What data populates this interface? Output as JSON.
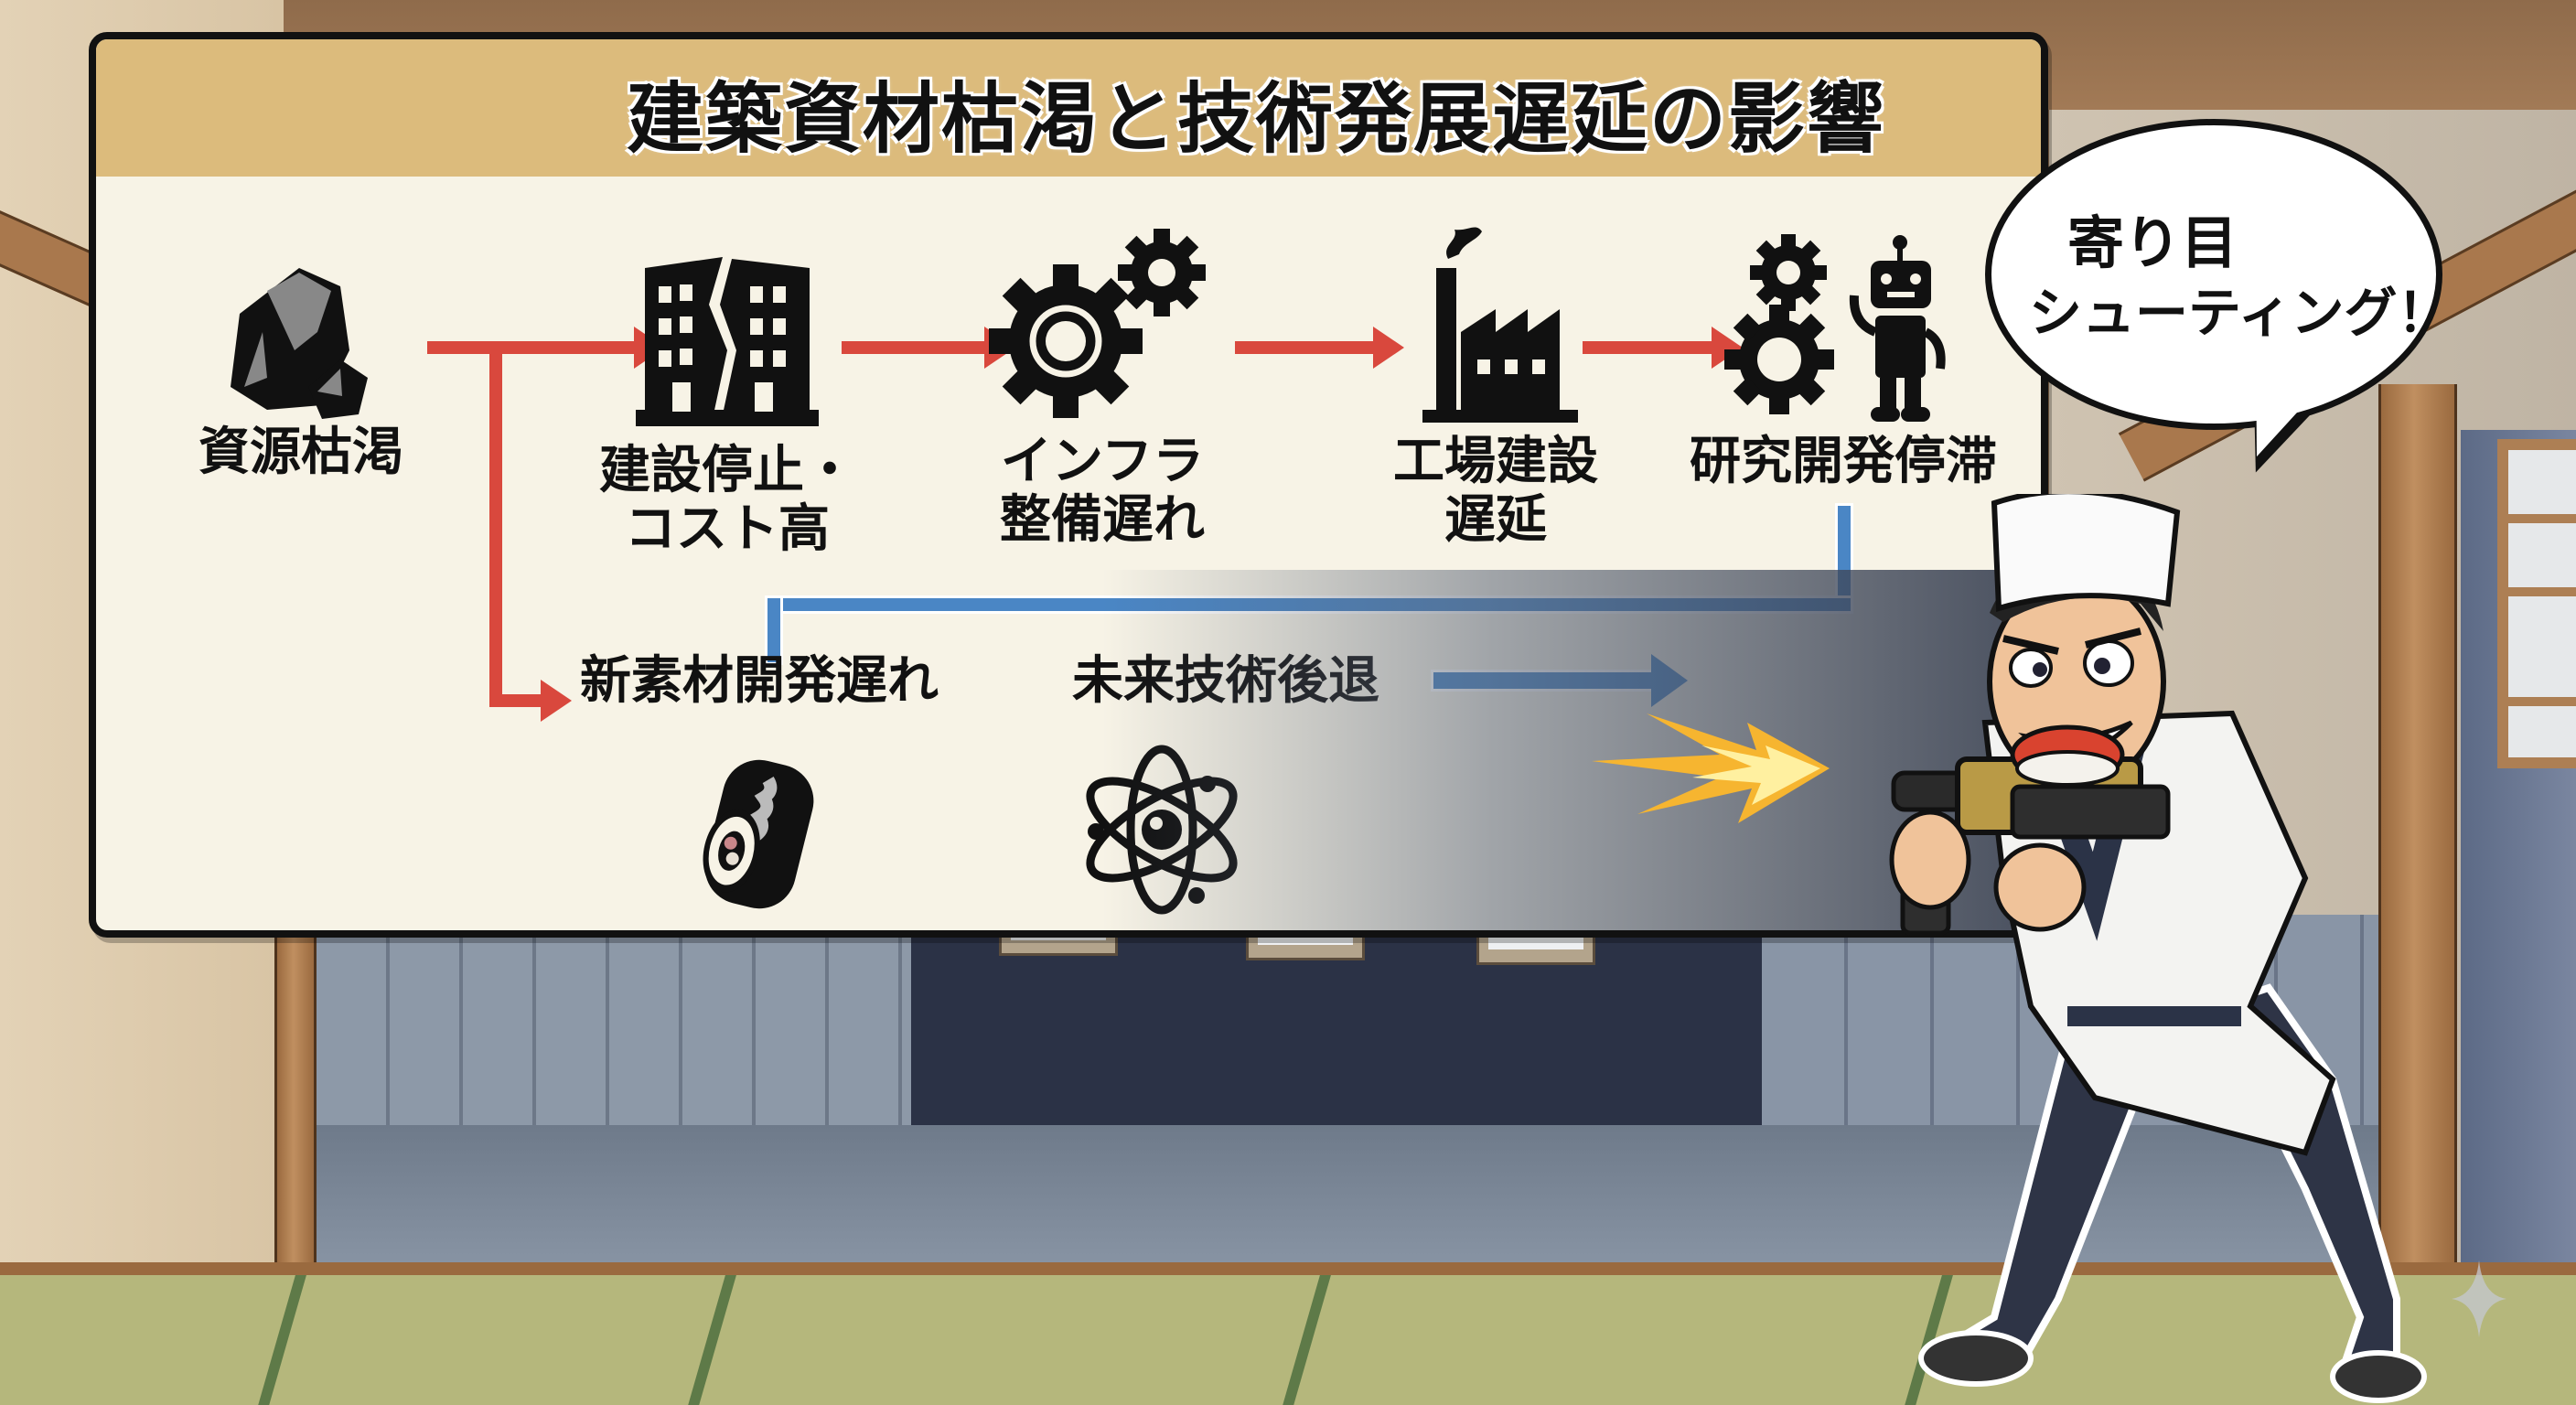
{
  "panel": {
    "title": "建築資材枯渇と技術発展遅延の影響",
    "colors": {
      "title_band": "#dcbb7c",
      "panel_bg": "#f7f3e6",
      "arrow_red": "#d9483d",
      "arrow_blue": "#4a86c5"
    },
    "flow_main": [
      {
        "icon": "rock-icon",
        "label_lines": [
          "資源枯渇"
        ]
      },
      {
        "icon": "cracked-building-icon",
        "label_lines": [
          "建設停止・",
          "コスト高"
        ]
      },
      {
        "icon": "gears-icon",
        "label_lines": [
          "インフラ",
          "整備遅れ"
        ]
      },
      {
        "icon": "factory-icon",
        "label_lines": [
          "工場建設",
          "遅延"
        ]
      },
      {
        "icon": "robot-gears-icon",
        "label_lines": [
          "研究開発停滞"
        ]
      }
    ],
    "flow_branch": [
      {
        "icon": "sushi-roll-icon",
        "label": "新素材開発遅れ"
      },
      {
        "icon": "atom-icon",
        "label": "未来技術後退"
      }
    ]
  },
  "speech_bubble": {
    "line1": "寄り目",
    "line2": "シューティング！"
  },
  "scene": {
    "character": "sushi-chef-with-sushi-blaster",
    "targets": 3,
    "watermark_icon": "sparkle-icon"
  }
}
